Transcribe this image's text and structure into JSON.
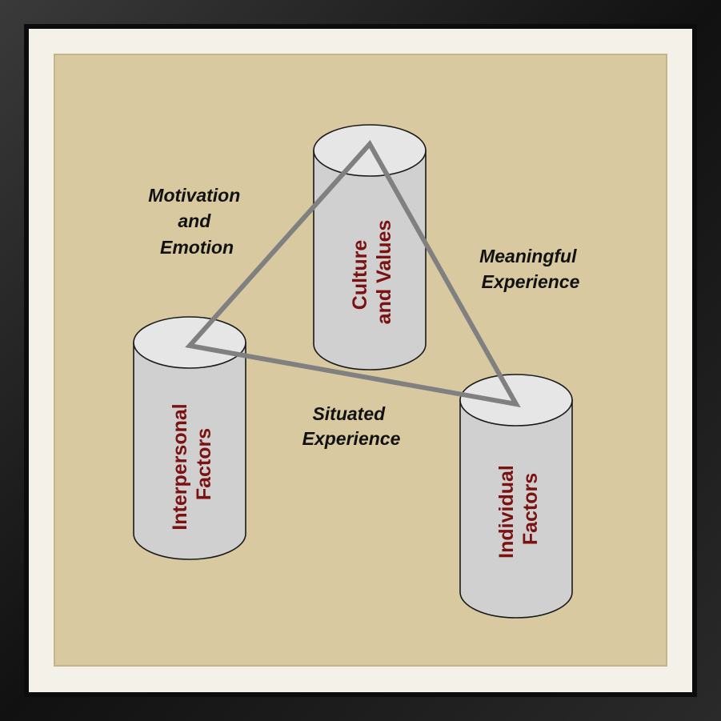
{
  "diagram": {
    "colors": {
      "frame": "#1a1a1a",
      "mat": "#f4f1e8",
      "background": "#d8c9a1",
      "cylinder_body": "#d0d0d0",
      "cylinder_top": "#e6e6e6",
      "triangle": "#808080",
      "cylinder_text": "#7a1212",
      "edge_text": "#111111"
    },
    "cylinders": [
      {
        "id": "culture",
        "lines": [
          "Culture",
          "and Values"
        ]
      },
      {
        "id": "interpersonal",
        "lines": [
          "Interpersonal",
          "Factors"
        ]
      },
      {
        "id": "individual",
        "lines": [
          "Individual",
          "Factors"
        ]
      }
    ],
    "edges": [
      {
        "id": "motivation",
        "lines": [
          "Motivation",
          "and",
          "Emotion"
        ]
      },
      {
        "id": "meaningful",
        "lines": [
          "Meaningful",
          "Experience"
        ]
      },
      {
        "id": "situated",
        "lines": [
          "Situated",
          "Experience"
        ]
      }
    ]
  }
}
